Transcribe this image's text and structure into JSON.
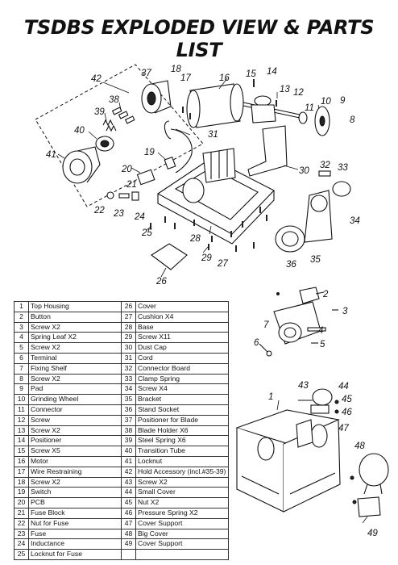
{
  "title": "TSDBS EXPLODED VIEW & PARTS LIST",
  "parts_left": [
    {
      "no": "1",
      "name": "Top Housing"
    },
    {
      "no": "2",
      "name": "Button"
    },
    {
      "no": "3",
      "name": "Screw  X2"
    },
    {
      "no": "4",
      "name": "Spring Leaf  X2"
    },
    {
      "no": "5",
      "name": "Screw  X2"
    },
    {
      "no": "6",
      "name": "Terminal"
    },
    {
      "no": "7",
      "name": "Fixing Shelf"
    },
    {
      "no": "8",
      "name": "Screw  X2"
    },
    {
      "no": "9",
      "name": "Pad"
    },
    {
      "no": "10",
      "name": "Grinding Wheel"
    },
    {
      "no": "11",
      "name": "Connector"
    },
    {
      "no": "12",
      "name": "Screw"
    },
    {
      "no": "13",
      "name": "Screw  X2"
    },
    {
      "no": "14",
      "name": "Positioner"
    },
    {
      "no": "15",
      "name": "Screw  X5"
    },
    {
      "no": "16",
      "name": "Motor"
    },
    {
      "no": "17",
      "name": "Wire Restraining"
    },
    {
      "no": "18",
      "name": "Screw  X2"
    },
    {
      "no": "19",
      "name": "Switch"
    },
    {
      "no": "20",
      "name": "PCB"
    },
    {
      "no": "21",
      "name": "Fuse Block"
    },
    {
      "no": "22",
      "name": "Nut for Fuse"
    },
    {
      "no": "23",
      "name": "Fuse"
    },
    {
      "no": "24",
      "name": "Inductance"
    },
    {
      "no": "25",
      "name": "Locknut for Fuse"
    }
  ],
  "parts_right": [
    {
      "no": "26",
      "name": "Cover"
    },
    {
      "no": "27",
      "name": "Cushion  X4"
    },
    {
      "no": "28",
      "name": "Base"
    },
    {
      "no": "29",
      "name": "Screw  X11"
    },
    {
      "no": "30",
      "name": "Dust Cap"
    },
    {
      "no": "31",
      "name": "Cord"
    },
    {
      "no": "32",
      "name": "Connector Board"
    },
    {
      "no": "33",
      "name": "Clamp Spring"
    },
    {
      "no": "34",
      "name": "Screw  X4"
    },
    {
      "no": "35",
      "name": "Bracket"
    },
    {
      "no": "36",
      "name": "Stand Socket"
    },
    {
      "no": "37",
      "name": "Positioner for Blade"
    },
    {
      "no": "38",
      "name": "Blade Holder  X6"
    },
    {
      "no": "39",
      "name": "Steel Spring  X6"
    },
    {
      "no": "40",
      "name": "Transition Tube"
    },
    {
      "no": "41",
      "name": "Locknut"
    },
    {
      "no": "42",
      "name": "Hold Accessory (incl.#35-39)"
    },
    {
      "no": "43",
      "name": "Screw  X2"
    },
    {
      "no": "44",
      "name": "Small Cover"
    },
    {
      "no": "45",
      "name": "Nut  X2"
    },
    {
      "no": "46",
      "name": "Pressure Spring  X2"
    },
    {
      "no": "47",
      "name": "Cover Support"
    },
    {
      "no": "48",
      "name": "Big Cover"
    },
    {
      "no": "49",
      "name": "Cover Support"
    },
    {
      "no": "",
      "name": ""
    }
  ],
  "callouts": [
    "1",
    "2",
    "3",
    "4",
    "5",
    "6",
    "7",
    "8",
    "9",
    "10",
    "11",
    "12",
    "13",
    "14",
    "15",
    "16",
    "17",
    "18",
    "19",
    "20",
    "21",
    "22",
    "23",
    "24",
    "25",
    "26",
    "27",
    "28",
    "29",
    "30",
    "31",
    "32",
    "33",
    "34",
    "35",
    "36",
    "37",
    "38",
    "39",
    "40",
    "41",
    "42",
    "43",
    "44",
    "45",
    "46",
    "47",
    "48",
    "49"
  ]
}
